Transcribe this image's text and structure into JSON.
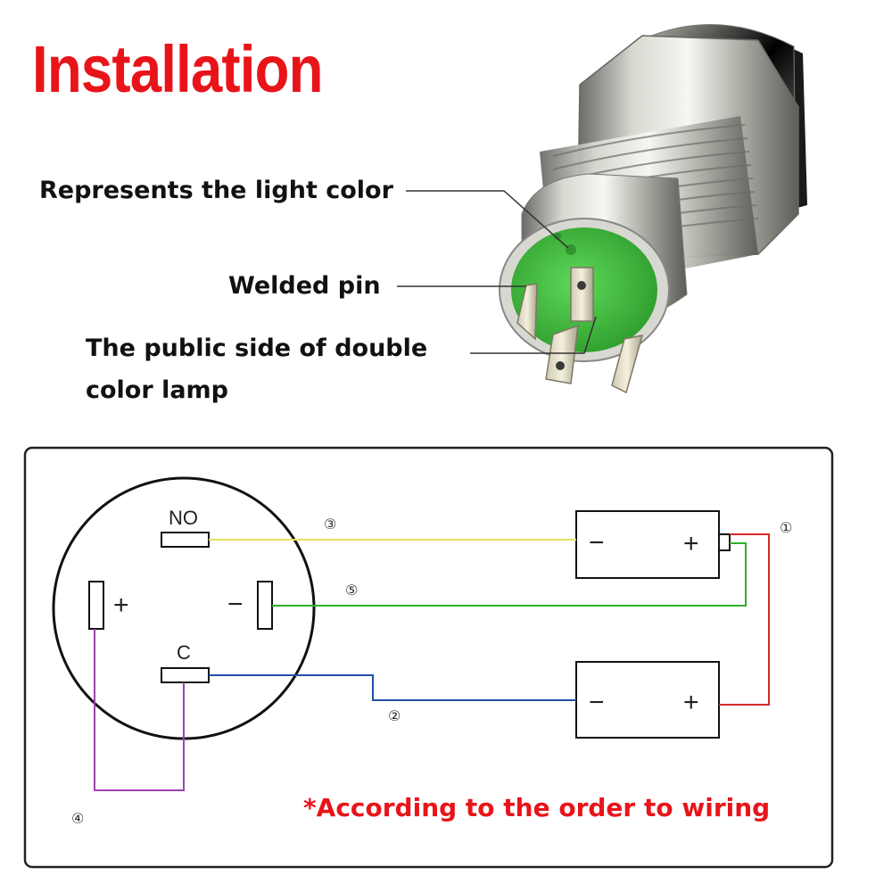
{
  "header": {
    "title": "Installation"
  },
  "callouts": {
    "light_color": "Represents the light color",
    "welded_pin": "Welded pin",
    "public_side_line1": "The public side of double",
    "public_side_line2": "color lamp"
  },
  "diagram": {
    "pins": {
      "no": "NO",
      "c": "C",
      "plus": "+",
      "minus": "−"
    },
    "lamp_top": {
      "minus": "−",
      "plus": "+"
    },
    "lamp_bottom": {
      "minus": "−",
      "plus": "+"
    },
    "wires": {
      "w1": {
        "label": "①",
        "color": "#d42a2a"
      },
      "w2": {
        "label": "②",
        "color": "#1f4fa8"
      },
      "w3": {
        "label": "③",
        "color": "#e8e05a"
      },
      "w4": {
        "label": "④",
        "color": "#9b44b0"
      },
      "w5": {
        "label": "⑤",
        "color": "#2fae2f"
      }
    },
    "note": "*According to the order to wiring"
  },
  "colors": {
    "title": "#e8141a",
    "note": "#e8141a",
    "switch_base": "#3fbf3a"
  }
}
